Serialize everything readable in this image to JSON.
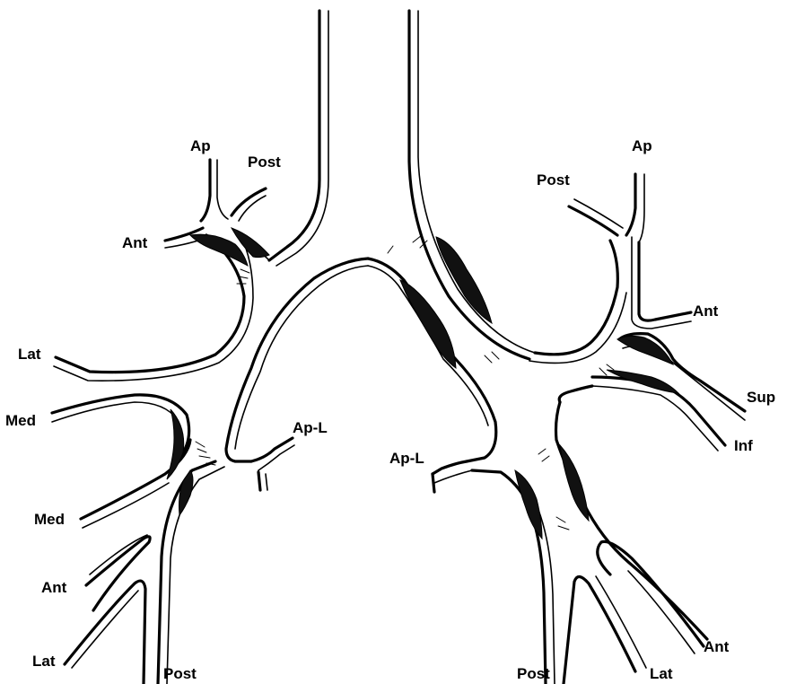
{
  "labels": {
    "left_upper_ap": "Ap",
    "left_upper_post": "Post",
    "left_upper_ant": "Ant",
    "left_lat": "Lat",
    "left_med_upper": "Med",
    "left_med_lower": "Med",
    "left_ant_lower": "Ant",
    "left_lat_lower": "Lat",
    "left_post_lower": "Post",
    "left_ap_l": "Ap-L",
    "right_upper_ap": "Ap",
    "right_upper_post": "Post",
    "right_ant_mid": "Ant",
    "right_sup": "Sup",
    "right_inf": "Inf",
    "right_ap_l": "Ap-L",
    "right_post_lower": "Post",
    "right_lat_lower": "Lat",
    "right_ant_lower": "Ant"
  },
  "colors": {
    "ink": "#000000",
    "background": "#ffffff"
  }
}
